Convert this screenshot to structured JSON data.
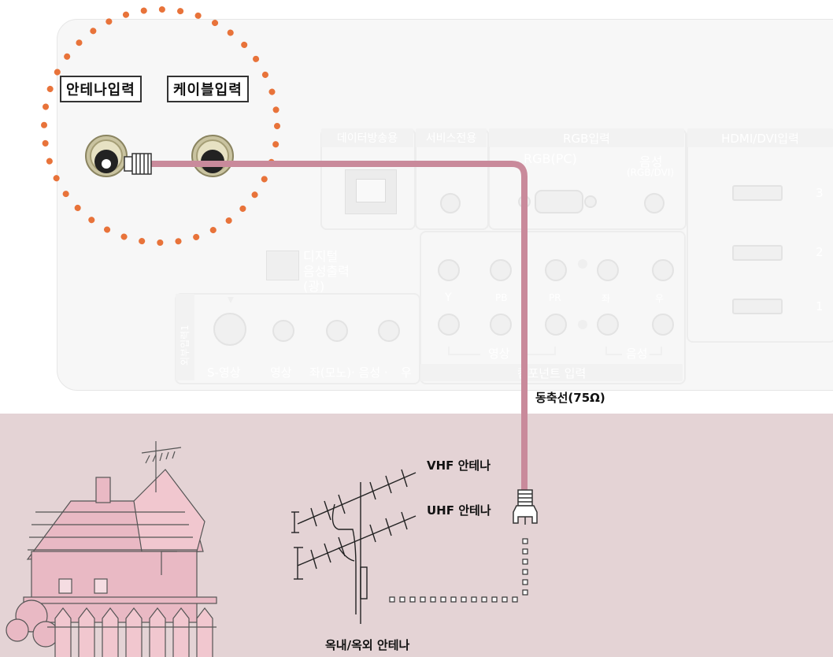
{
  "callouts": {
    "antenna_input": "안테나입력",
    "cable_input": "케이블입력"
  },
  "panel": {
    "data_broadcast": "데이터방송용",
    "service_only": "서비스전용",
    "rgb_input": "RGB입력",
    "rgb_pc": "RGB(PC)",
    "audio": "음성",
    "audio_rgb_dvi": "(RGB/DVI)",
    "hdmi_dvi_input": "HDMI/DVI입력",
    "hdmi_nums": [
      "3",
      "2",
      "1"
    ],
    "digital_audio_out": [
      "디지털",
      "음성출력",
      "(광)"
    ],
    "external_input_1": "외부입력1",
    "s_video": "S-영상",
    "video": "영상",
    "left_mono": "좌(모노)",
    "audio_mid": "· 음성 ·",
    "right": "우",
    "y": "Y",
    "pb": "PB",
    "pr": "PR",
    "comp_video": "영상",
    "comp_audio": "음성",
    "component_input": "컴포넌트 입력",
    "left_circle": "좌",
    "right_circle": "우"
  },
  "labels": {
    "coax": "동축선(75Ω)",
    "vhf": "VHF 안테나",
    "uhf": "UHF 안테나",
    "indoor_outdoor": "옥내/옥외 안테나"
  },
  "colors": {
    "cable": "#c98a9b",
    "dots": "#e8733a",
    "bottom_bg": "#e4d3d5",
    "house": "#e8b9c3"
  }
}
